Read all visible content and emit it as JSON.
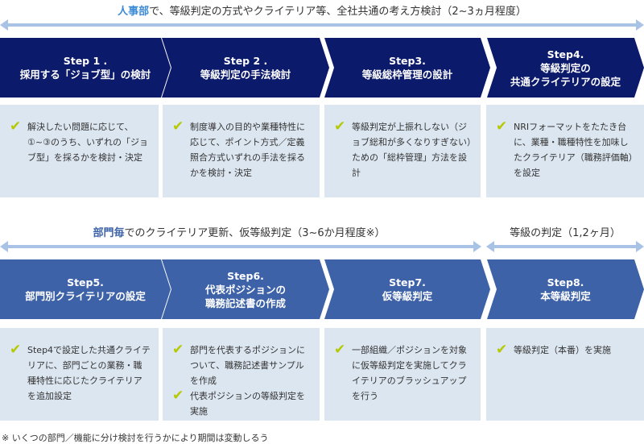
{
  "phase1": {
    "highlight": "人事部",
    "text": "で、等級判定の方式やクライテリア等、全社共通の考え方検討（2~3ヵ月程度）"
  },
  "phase2": {
    "highlight": "部門毎",
    "text": "でのクライテリア更新、仮等級判定（3~6か月程度※）"
  },
  "phase3": {
    "text": "等級の判定（1,2ヶ月）"
  },
  "steps": [
    {
      "line1": "Step 1 .",
      "line2": "採用する「ジョブ型」の検討",
      "items": [
        "解決したい問題に応じて、①~③のうち、いずれの「ジョブ型」を採るかを検討・決定"
      ]
    },
    {
      "line1": "Step 2 .",
      "line2": "等級判定の手法検討",
      "items": [
        "制度導入の目的や業種特性に応じて、ポイント方式／定義照合方式いずれの手法を採るかを検討・決定"
      ]
    },
    {
      "line1": "Step3.",
      "line2": "等級総枠管理の設計",
      "items": [
        "等級判定が上振れしない（ジョブ総和が多くなりすぎない）ための「総枠管理」方法を設計"
      ]
    },
    {
      "line1": "Step4.",
      "line2": "等級判定の",
      "line3": "共通クライテリアの設定",
      "items": [
        "NRIフォーマットをたたき台に、業種・職種特性を加味したクライテリア（職務評価軸）を設定"
      ]
    },
    {
      "line1": "Step5.",
      "line2": "部門別クライテリアの設定",
      "items": [
        "Step4で設定した共通クライテリアに、部門ごとの業務・職種特性に応じたクライテリアを追加設定"
      ]
    },
    {
      "line1": "Step6.",
      "line2": "代表ポジションの",
      "line3": "職務記述書の作成",
      "items": [
        "部門を代表するポジションについて、職務記述書サンプルを作成",
        "代表ポジションの等級判定を実施"
      ]
    },
    {
      "line1": "Step7.",
      "line2": "仮等級判定",
      "items": [
        "一部組織／ポジションを対象に仮等級判定を実施してクライテリアのブラッシュアップを行う"
      ]
    },
    {
      "line1": "Step8.",
      "line2": "本等級判定",
      "items": [
        "等級判定（本番）を実施"
      ]
    }
  ],
  "note": "※ いくつの部門／機能に分け検討を行うかにより期間は変動しるう",
  "colors": {
    "dark": "#0c1a6b",
    "mid": "#3d62a8",
    "card": "#dce6f0",
    "check": "#b5c900",
    "arrow": "#a9c3e6"
  }
}
